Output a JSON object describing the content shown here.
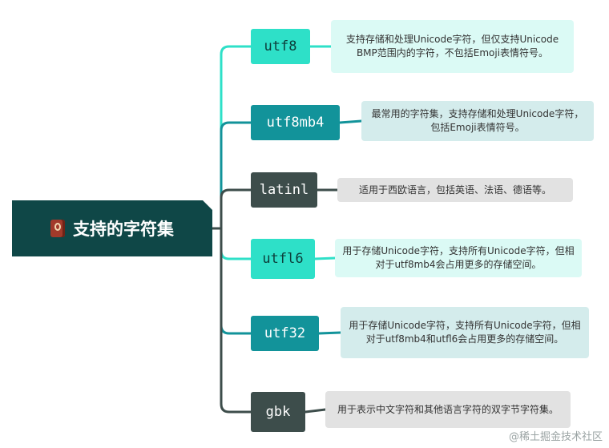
{
  "root": {
    "title": "支持的字符集",
    "icon": "book-icon"
  },
  "colors": {
    "root": "#0f4747",
    "node_cyan": "#2ee0c8",
    "node_teal": "#12939a",
    "node_dark": "#3d4d4b",
    "desc_cyan": "#dbfaf5",
    "desc_teal": "#d4ecec",
    "desc_gray": "#e2e2e2"
  },
  "branches": [
    {
      "label": "utf8",
      "description": "支持存储和处理Unicode字符，但仅支持Unicode BMP范围内的字符，不包括Emoji表情符号。"
    },
    {
      "label": "utf8mb4",
      "description": "最常用的字符集，支持存储和处理Unicode字符，包括Emoji表情符号。"
    },
    {
      "label": "latinl",
      "description": "适用于西欧语言，包括英语、法语、德语等。"
    },
    {
      "label": "utfl6",
      "description": "用于存储Unicode字符，支持所有Unicode字符，但相对于utf8mb4会占用更多的存储空间。"
    },
    {
      "label": "utf32",
      "description": "用于存储Unicode字符，支持所有Unicode字符，但相对于utf8mb4和utfl6会占用更多的存储空间。"
    },
    {
      "label": "gbk",
      "description": "用于表示中文字符和其他语言字符的双字节字符集。"
    }
  ],
  "watermark": "@稀土掘金技术社区"
}
